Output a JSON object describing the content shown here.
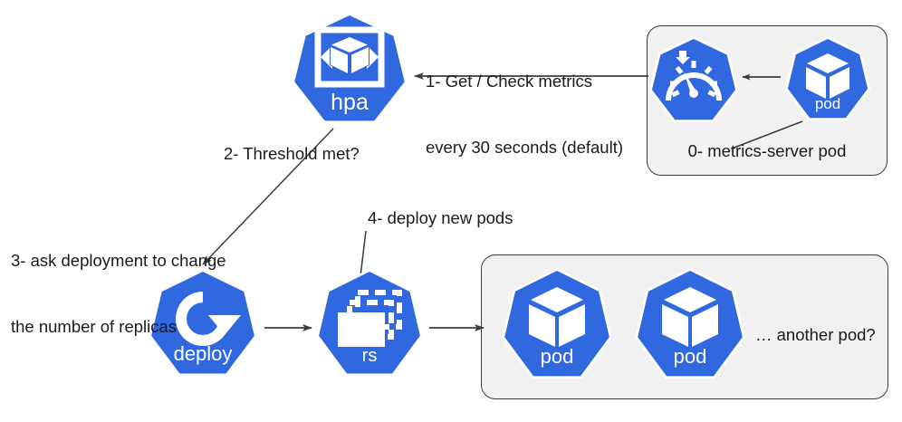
{
  "diagram": {
    "title": "Kubernetes Horizontal Pod Autoscaler (HPA) flow",
    "colors": {
      "k8s_blue": "#3068e0",
      "node_ring": "#ffffff",
      "group_fill": "#f1f1f1",
      "group_border": "#3c3c3c",
      "arrow": "#3c3c3c",
      "text": "#1a1a1a",
      "background": "#ffffff"
    }
  },
  "nodes": {
    "hpa": {
      "label": "hpa",
      "icon": "scale-horizontal-cube-icon"
    },
    "metrics_server": {
      "label": "",
      "icon": "gauge-speedometer-icon"
    },
    "metrics_pod": {
      "label": "pod",
      "icon": "cube-icon"
    },
    "deploy": {
      "label": "deploy",
      "icon": "circular-arrow-icon"
    },
    "rs": {
      "label": "rs",
      "icon": "stacked-rectangles-icon"
    },
    "pod_1": {
      "label": "pod",
      "icon": "cube-icon"
    },
    "pod_2": {
      "label": "pod",
      "icon": "cube-icon"
    }
  },
  "groups": {
    "metrics_server_group": {
      "caption": "0- metrics-server pod"
    },
    "pods_group": {
      "caption": ""
    }
  },
  "labels": {
    "step1": "1- Get / Check metrics\nevery 30 seconds (default)",
    "step1_line1": "1- Get / Check metrics",
    "step1_line2": "every 30 seconds (default)",
    "step2": "2- Threshold met?",
    "step3_line1": "3- ask deployment to change",
    "step3_line2": "the number of replicas",
    "step4": "4- deploy new pods",
    "another_pod": "… another pod?"
  }
}
